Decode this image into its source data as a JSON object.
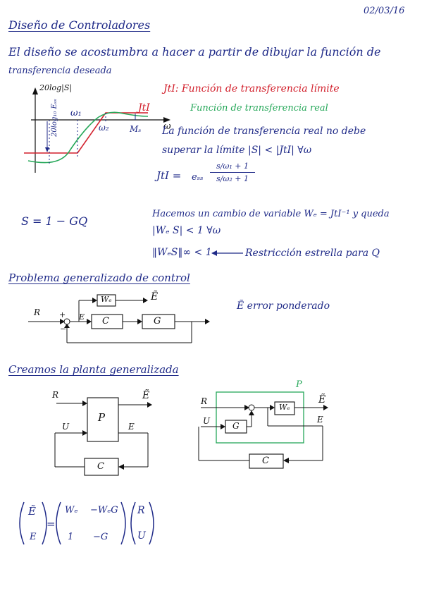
{
  "date": "02/03/16",
  "title": "Diseño de Controladores",
  "intro": {
    "line1": "El diseño se acostumbra a hacer a partir de dibujar la función de",
    "line2": "transferencia deseada"
  },
  "bode": {
    "ylabel": "20log|S|",
    "w1": "ω₁",
    "w2": "ω₂",
    "ms": "Mₛ",
    "w": "ω",
    "ess_label": "20log₁₀ Eₛₛ",
    "jt_label": "JtI"
  },
  "legend": {
    "limit": "JtI: Función de transferencia límite",
    "real": "Función de transferencia real"
  },
  "notes": {
    "rule1": "La función de transferencia real no debe",
    "rule2": "superar la límite  |S| < |JtI| ∀ω",
    "jt_eq_lhs": "JtI =",
    "ess": "eₛₛ",
    "num": "s/ω₁ + 1",
    "den": "s/ω₂ + 1",
    "s_eq": "S = 1 − GQ",
    "change1": "Hacemos un cambio de variable  Wₑ = JtI⁻¹  y queda",
    "change2": "|Wₑ S| < 1 ∀ω",
    "norm_lhs": "‖WₑS‖∞ < 1",
    "norm_rhs": "Restricción estrella para Q"
  },
  "section2": {
    "title": "Problema generalizado de control",
    "error_label": "Ẽ error ponderado"
  },
  "block1": {
    "R": "R",
    "plus": "+",
    "minus": "−",
    "E": "E",
    "We": "Wₑ",
    "C": "C",
    "G": "G",
    "Etilde": "Ẽ"
  },
  "section3": {
    "title": "Creamos la planta generalizada"
  },
  "plantL": {
    "R": "R",
    "U": "U",
    "P": "P",
    "E": "E",
    "Etilde": "Ẽ",
    "C": "C"
  },
  "plantR": {
    "P": "P",
    "R": "R",
    "U": "U",
    "G": "G",
    "We": "Wₑ",
    "Etilde": "Ẽ",
    "E": "E",
    "C": "C"
  },
  "matrix": {
    "lhs_top": "Ẽ",
    "lhs_bot": "E",
    "m11": "Wₑ",
    "m12": "−WₑG",
    "m21": "1",
    "m22": "−G",
    "rhs_top": "R",
    "rhs_bot": "U",
    "eq": "="
  }
}
